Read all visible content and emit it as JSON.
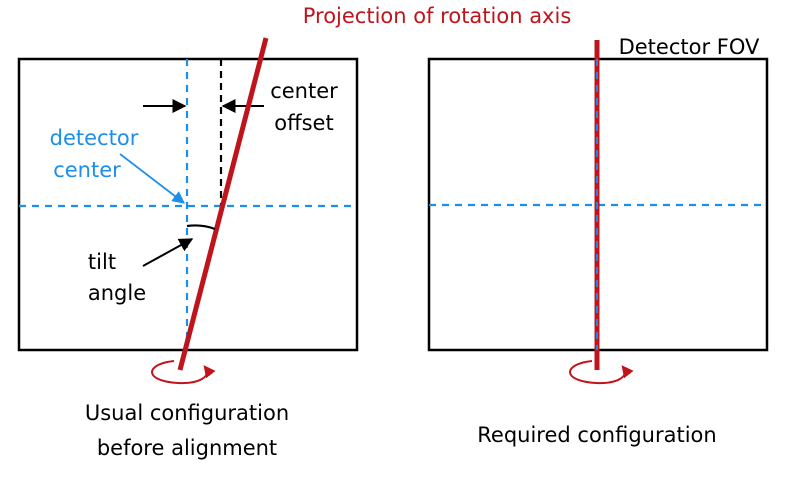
{
  "title": "Projection of rotation axis",
  "left_panel": {
    "label_center_offset_line1": "center",
    "label_center_offset_line2": "offset",
    "label_detector_center_line1": "detector",
    "label_detector_center_line2": "center",
    "label_tilt_angle_line1": "tilt",
    "label_tilt_angle_line2": "angle",
    "caption_line1": "Usual configuration",
    "caption_line2": "before alignment"
  },
  "right_panel": {
    "label_detector_fov": "Detector FOV",
    "caption": "Required configuration"
  },
  "colors": {
    "rotation_axis": "#c0141c",
    "detector_center": "#1e8fe8",
    "outline": "#000000"
  }
}
